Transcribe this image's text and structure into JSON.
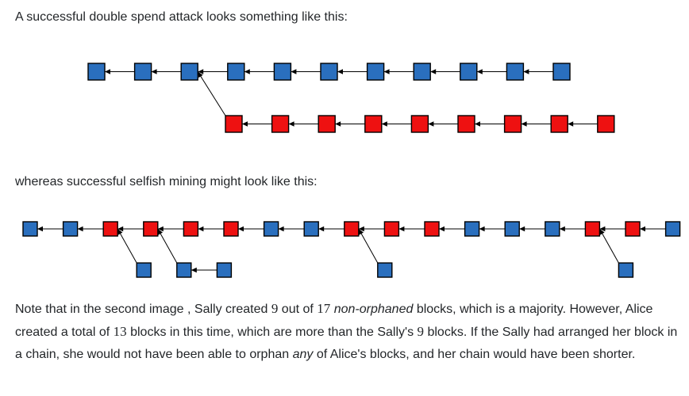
{
  "intro_text": "A successful double spend attack looks something like this:",
  "middle_text": "whereas successful selfish mining might look like this:",
  "note": {
    "s1": "Note that in the second image , Sally created ",
    "m1": "9",
    "s2": " out of ",
    "m2": "17",
    "s3": " ",
    "em1": "non-orphaned",
    "s4": " blocks, which is a majority. However, Alice created a total of ",
    "m3": "13",
    "s5": " blocks in this time, which are more than the Sally's ",
    "m4": "9",
    "s6": " blocks. If the Sally had arranged her block in a chain, she would not have been able to orphan ",
    "em2": "any",
    "s7": " of Alice's blocks, and her chain would have been shorter."
  },
  "colors": {
    "alice_block": "#2a6fbe",
    "sally_block": "#ee1111",
    "arrow": "#000000"
  },
  "diagram_double_spend": {
    "main_chain": [
      "blue",
      "blue",
      "blue",
      "blue",
      "blue",
      "blue",
      "blue",
      "blue",
      "blue",
      "blue",
      "blue"
    ],
    "fork": {
      "branches_from_index": 2,
      "blocks": [
        "red",
        "red",
        "red",
        "red",
        "red",
        "red",
        "red",
        "red",
        "red"
      ]
    }
  },
  "diagram_selfish": {
    "main_chain": [
      "blue",
      "blue",
      "red",
      "red",
      "red",
      "red",
      "blue",
      "blue",
      "red",
      "red",
      "red",
      "blue",
      "blue",
      "blue",
      "red",
      "red",
      "blue"
    ],
    "orphans": [
      {
        "parent_index": 2,
        "blocks": [
          "blue"
        ]
      },
      {
        "parent_index": 3,
        "blocks": [
          "blue",
          "blue"
        ]
      },
      {
        "parent_index": 8,
        "blocks": [
          "blue"
        ]
      },
      {
        "parent_index": 14,
        "blocks": [
          "blue"
        ]
      }
    ]
  }
}
